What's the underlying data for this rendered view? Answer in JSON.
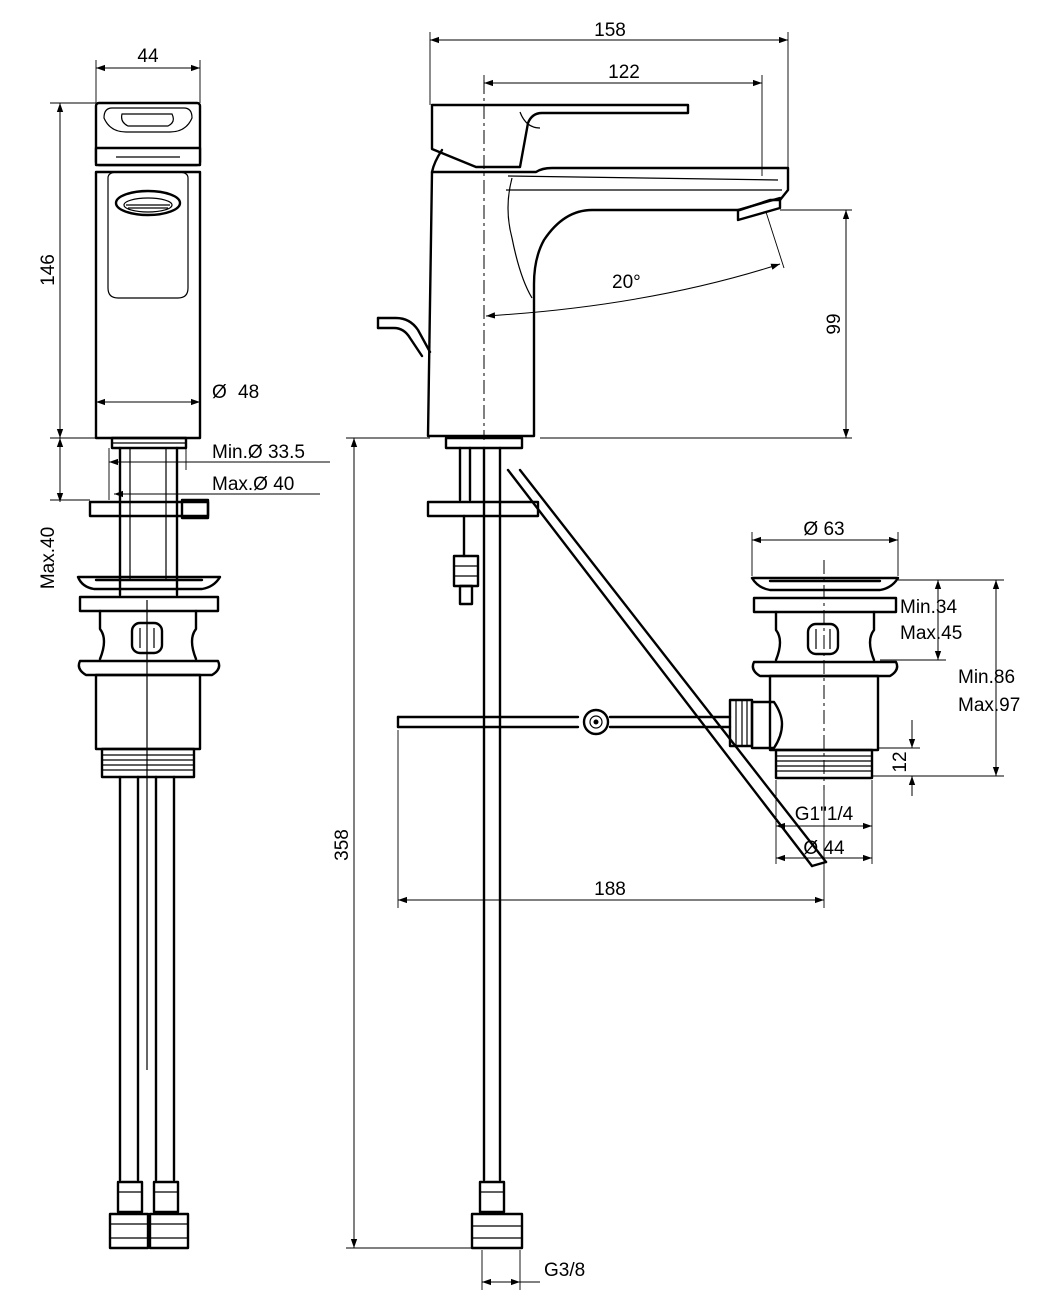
{
  "dimensions": {
    "width_front": "44",
    "height_body": "146",
    "dia_body": "48",
    "hole_min": "Min.Ø 33.5",
    "hole_max": "Max.Ø 40",
    "deck_max": "Max.40",
    "overall_length": "158",
    "lever_length": "122",
    "spout_angle": "20°",
    "spout_height": "99",
    "total_height": "358",
    "pipe_thread": "G3/8",
    "waste_dia": "Ø 63",
    "waste_min_max_1": "Min.34",
    "waste_min_max_2": "Max.45",
    "waste_total_1": "Min.86",
    "waste_total_2": "Max.97",
    "thread_len": "12",
    "waste_thread": "G1\"1/4",
    "waste_thread_dia": "Ø 44",
    "rod_length": "188"
  }
}
